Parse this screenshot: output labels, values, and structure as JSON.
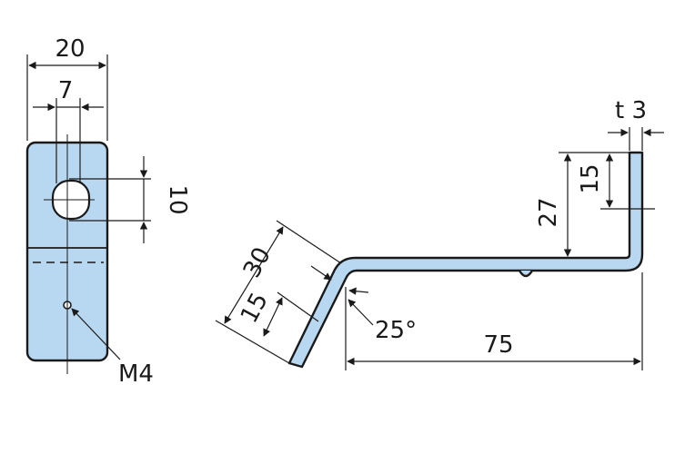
{
  "fill_color": "#b8d7f0",
  "line_color": "#1a1a1a",
  "front_view": {
    "width_label": "20",
    "slot_offset_label": "7",
    "slot_length_label": "10",
    "hole_label": "M4"
  },
  "side_view": {
    "thickness_label": "t 3",
    "upper_leg_label": "15",
    "height_label": "27",
    "diagonal_label": "30",
    "diagonal_inner_label": "15",
    "angle_label": "25°",
    "length_label": "75"
  }
}
